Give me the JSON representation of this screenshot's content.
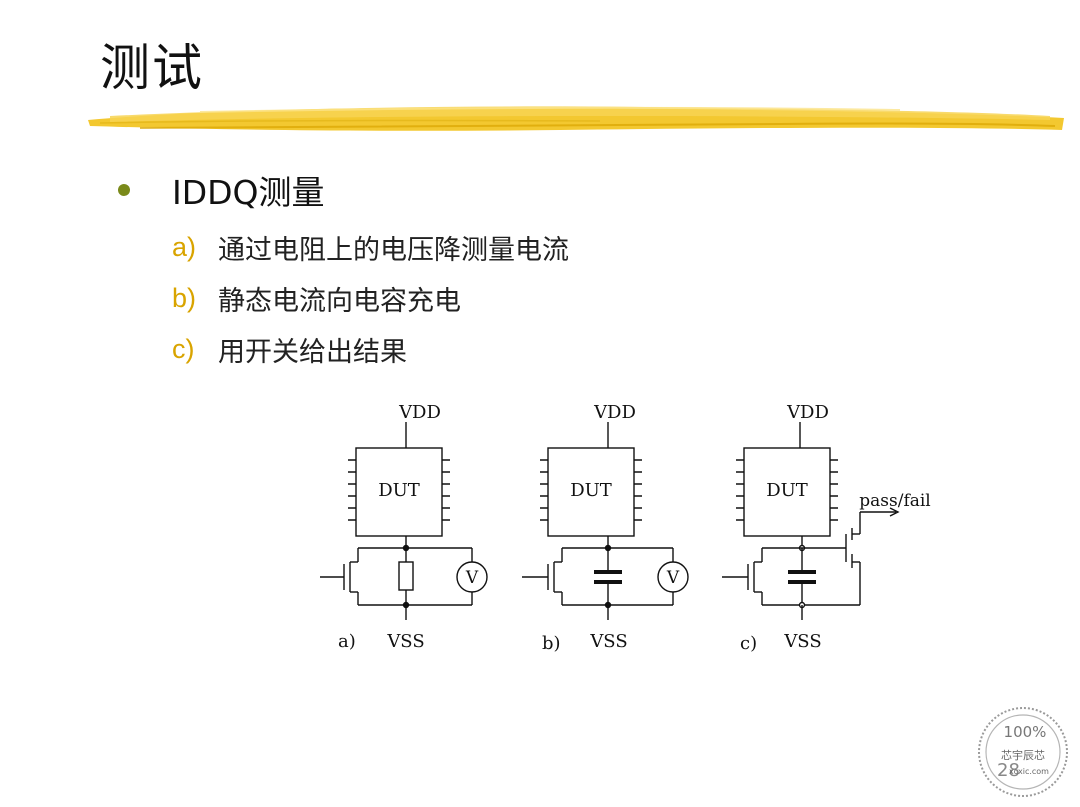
{
  "slide": {
    "title": "测试",
    "page_number": "28"
  },
  "bullet": {
    "text": "IDDQ测量",
    "items": [
      {
        "marker": "a)",
        "text": "通过电阻上的电压降测量电流"
      },
      {
        "marker": "b)",
        "text": "静态电流向电容充电"
      },
      {
        "marker": "c)",
        "text": "用开关给出结果"
      }
    ]
  },
  "diagram": {
    "circuits": [
      {
        "label": "a)",
        "supply": "VDD",
        "ground": "VSS",
        "device": "DUT",
        "meter": "V"
      },
      {
        "label": "b)",
        "supply": "VDD",
        "ground": "VSS",
        "device": "DUT",
        "meter": "V"
      },
      {
        "label": "c)",
        "supply": "VDD",
        "ground": "VSS",
        "device": "DUT",
        "output": "pass/fail"
      }
    ]
  },
  "watermark": {
    "percent": "100%",
    "name": "芯宇辰芯",
    "site": "xcxic.com"
  },
  "colors": {
    "accent_yellow": "#f2c21a",
    "bullet": "#7a8a1a",
    "marker": "#d9a400"
  }
}
